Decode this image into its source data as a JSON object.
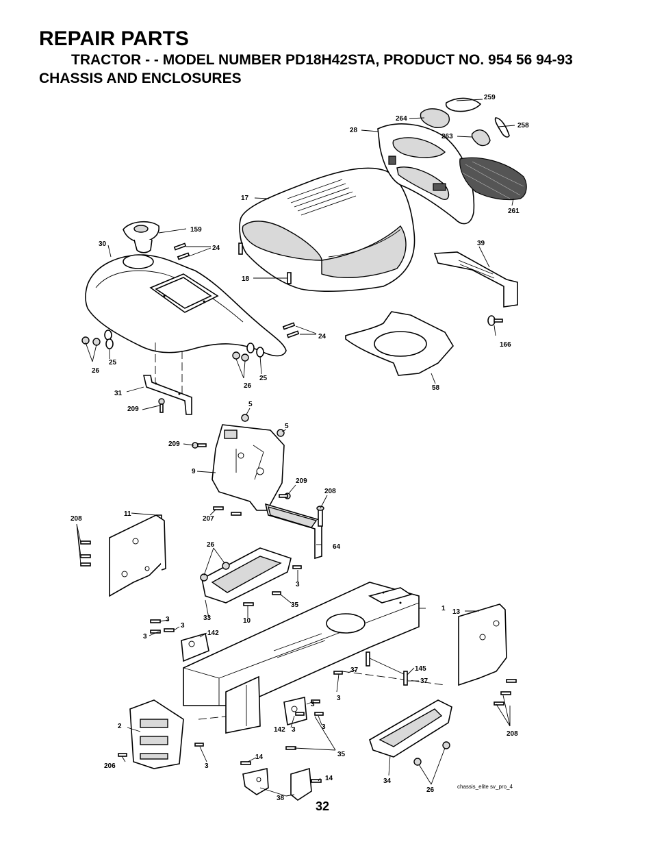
{
  "header": {
    "title": "REPAIR PARTS",
    "subtitle": "TRACTOR - - MODEL NUMBER PD18H42STA, PRODUCT NO. 954 56 94-93",
    "section": "CHASSIS AND ENCLOSURES"
  },
  "callouts": {
    "c259": "259",
    "c264": "264",
    "c28": "28",
    "c258": "258",
    "c263": "263",
    "c17": "17",
    "c261": "261",
    "c159": "159",
    "c30": "30",
    "c24a": "24",
    "c18": "18",
    "c39": "39",
    "c24b": "24",
    "c166": "166",
    "c25a": "25",
    "c26a": "26",
    "c25b": "25",
    "c26b": "26",
    "c31": "31",
    "c58": "58",
    "c209a": "209",
    "c5a": "5",
    "c5b": "5",
    "c209b": "209",
    "c9": "9",
    "c209c": "209",
    "c208a": "208",
    "c207": "207",
    "c208b": "208",
    "c11": "11",
    "c64": "64",
    "c26c": "26",
    "c3a": "3",
    "c35a": "35",
    "c33": "33",
    "c10": "10",
    "c1": "1",
    "c13": "13",
    "c3b": "3",
    "c3c": "3",
    "c142a": "142",
    "c3d": "3",
    "c37a": "37",
    "c145": "145",
    "c37b": "37",
    "c3e": "3",
    "c3f": "3",
    "c2": "2",
    "c142b": "142",
    "c3g": "3",
    "c3h": "3",
    "c208c": "208",
    "c35b": "35",
    "c206": "206",
    "c3i": "3",
    "c14a": "14",
    "c14b": "14",
    "c34": "34",
    "c38": "38",
    "c26d": "26"
  },
  "figure_code": "chassis_elite sv_pro_4",
  "page_number": "32"
}
